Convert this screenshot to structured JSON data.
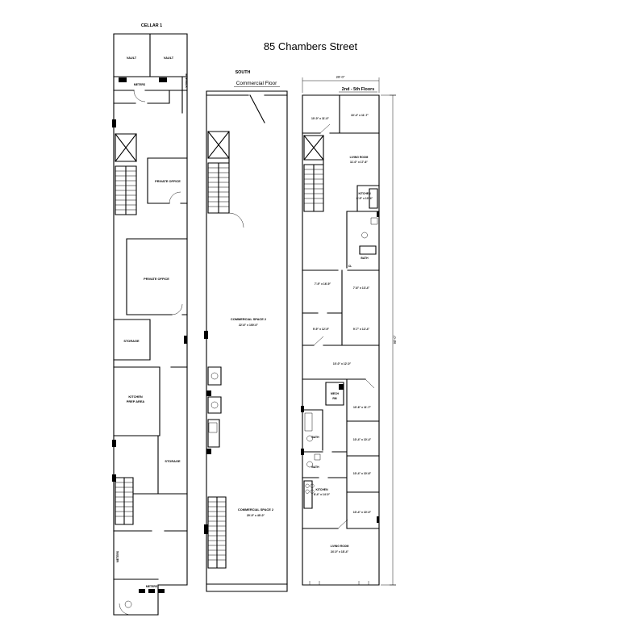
{
  "title": "85 Chambers Street",
  "cellar": {
    "name": "CELLAR 1",
    "vault_left": "VAULT",
    "vault_right": "VAULT",
    "meters_top": "METERS",
    "sidewalk": "SIDEWALK",
    "private_office_upper": "PRIVATE OFFICE",
    "private_office_lower": "PRIVATE OFFICE",
    "storage_upper": "STORAGE",
    "kitchen_line1": "KITCHEN",
    "kitchen_line2": "PREP AREA",
    "storage_lower": "STORAGE",
    "meters_left": "METERS",
    "meters_bottom": "METERS"
  },
  "commercial": {
    "direction": "SOUTH",
    "name": "Commercial Floor",
    "space_upper_name": "COMMERCIAL SPACE 2",
    "space_upper_dims": "22'-6\" x 100'-0\"",
    "space_lower_name": "COMMERCIAL SPACE 2",
    "space_lower_dims": "29'-9\" x 49'-0\""
  },
  "floors": {
    "name": "2nd - 5th Floors",
    "width_dim": "29'-0\"",
    "depth_dim": "98'-0\"",
    "bedroom_tl": "10'-0\" x 11'-0\"",
    "bedroom_tr": "10'-4\" x 11'-7\"",
    "living_upper_name": "LIVING ROOM",
    "living_upper_dims": "11'-0\" x 17'-6\"",
    "kitchen_upper_name": "KITCHEN",
    "kitchen_upper_dims": "8'-9\" x 10'-4\"",
    "bath_upper": "BATH",
    "closet": "CL",
    "room_l1": "7'-9\" x 16'-9\"",
    "room_r1": "7'-6\" x 13'-4\"",
    "room_l2": "9'-9\" x 12'-9\"",
    "room_r2": "9'-7\" x 12'-4\"",
    "room_c1": "10'-0\" x 12'-0\"",
    "mech_line1": "MECH",
    "mech_line2": "RM",
    "room_r3": "10'-6\" x 11'-7\"",
    "bath_mid": "BATH",
    "room_r4": "10'-4\" x 10'-4\"",
    "bath_lower": "BATH",
    "room_r5": "10'-4\" x 10'-6\"",
    "kitchen_lower_name": "KITCHEN",
    "kitchen_lower_dims": "8'-4\" x 14'-0\"",
    "room_r6": "10'-4\" x 10'-0\"",
    "living_lower_name": "LIVING ROOM",
    "living_lower_dims": "24'-0\" x 18'-4\""
  }
}
